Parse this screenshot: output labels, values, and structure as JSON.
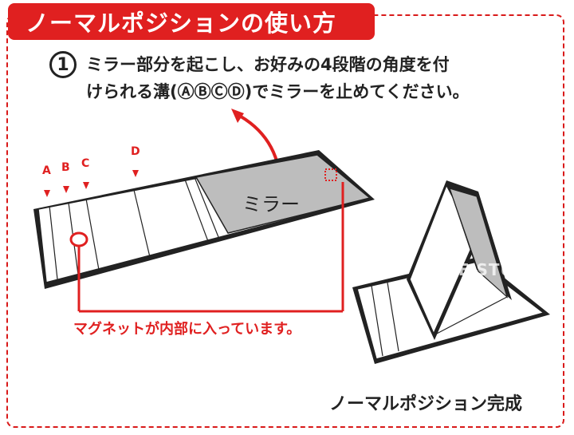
{
  "title": "ノーマルポジションの使い方",
  "step": {
    "number": "1",
    "line1": "ミラー部分を起こし、お好みの4段階の角度を付",
    "line2": "けられる溝(ⒶⒷⒸⒹ)でミラーを止めてください。"
  },
  "markers": [
    "A",
    "B",
    "C",
    "D"
  ],
  "mirror_label": "ミラー",
  "magnet_note": "マグネットが内部に入っています。",
  "done_label": "ノーマルポジション完成",
  "watermark": "LIFE STUDIO",
  "colors": {
    "accent": "#e02020",
    "mirror": "#bdbdbd",
    "outline": "#222222"
  }
}
